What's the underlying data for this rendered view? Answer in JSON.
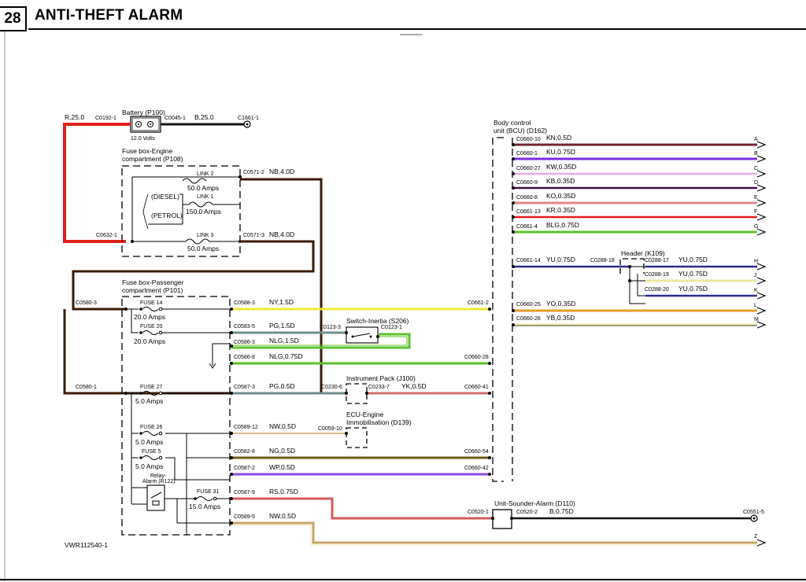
{
  "header": {
    "page_number": "28",
    "title": "ANTI-THEFT ALARM"
  },
  "footer": {
    "drawing_ref": "VWR112540-1"
  },
  "components": {
    "battery": "Battery (P100)",
    "battery_volts": "12.0 Volts",
    "fusebox_engine_l1": "Fuse box-Engine",
    "fusebox_engine_l2": "compartment (P108)",
    "diesel": "(DIESEL)",
    "petrol": "(PETROL)",
    "fusebox_pass_l1": "Fuse box-Passenger",
    "fusebox_pass_l2": "compartment (P101)",
    "switch_inertia": "Switch-Inertia (S206)",
    "instrument_pack": "Instrument Pack (J100)",
    "ecu_l1": "ECU-Engine",
    "ecu_l2": "Immobilisation (D139)",
    "bcu_l1": "Body control",
    "bcu_l2": "unit (BCU) (D162)",
    "header_k109": "Header (K109)",
    "sounder": "Unit-Sounder-Alarm (D110)",
    "relay_l1": "Relay-",
    "relay_l2": "Alarm (R122)"
  },
  "fuses": {
    "link2": "LINK 2",
    "link2_amps": "50.0 Amps",
    "link1": "LINK 1",
    "link1_amps": "150.0 Amps",
    "link3": "LINK 3",
    "link3_amps": "50.0 Amps",
    "f14": "FUSE 14",
    "f14_amps": "20.0 Amps",
    "f20": "FUSE 20",
    "f20_amps": "20.0 Amps",
    "f27": "FUSE 27",
    "f27_amps": "5.0 Amps",
    "f26": "FUSE 26",
    "f26_amps": "5.0 Amps",
    "f5": "FUSE 5",
    "f5_amps": "5.0 Amps",
    "f31": "FUSE 31",
    "f31_amps": "15.0 Amps"
  },
  "wires": {
    "r250": "R,25.0",
    "b250": "B,25.0",
    "nb40a": "NB,4.0D",
    "nb40b": "NB,4.0D",
    "ny15": "NY,1.5D",
    "pg15": "PG,1.5D",
    "nlg15": "NLG,1.5D",
    "nlg075": "NLG,0.75D",
    "pg05": "PG,0.5D",
    "yk05": "YK,0.5D",
    "nw05a": "NW,0.5D",
    "ng05": "NG,0.5D",
    "wp05": "WP,0.5D",
    "rs075": "RS,0.75D",
    "b075": "B,0.75D",
    "nw05b": "NW,0.5D",
    "kn05": "KN,0.5D",
    "ku075": "KU,0.75D",
    "kw035": "KW,0.35D",
    "kb035": "KB,0.35D",
    "ko035": "KO,0.35D",
    "kr035": "KR,0.35D",
    "blg075": "BLG,0.75D",
    "yu075a": "YU,0.75D",
    "yu075b": "YU,0.75D",
    "yu075c": "YU,0.75D",
    "yu075d": "YU,0.75D",
    "yo035": "YO,0.35D",
    "yb035": "YB,0.35D"
  },
  "connectors": {
    "c0192_1": "C0192-1",
    "c0045_1": "C0045-1",
    "c1661_1": "C1661-1",
    "c0571_2": "C0571-2",
    "c0632_1": "C0632-1",
    "c0571_3": "C0571-3",
    "c0580_3": "C0580-3",
    "c0588_3": "C0588-3",
    "c0661_2": "C0661-2",
    "c0583_5": "C0583-5",
    "c0123_3": "C0123-3",
    "c0123_1": "C0123-1",
    "c0586_3": "C0586-3",
    "c0586_8": "C0586-8",
    "c0660_28": "C0660-28",
    "c0580_1": "C0580-1",
    "c0587_3": "C0587-3",
    "c0230_6": "C0230-6",
    "c0233_7": "C0233-7",
    "c0660_41": "C0660-41",
    "c0589_12": "C0589-12",
    "c0059_10": "C0059-10",
    "c0582_8": "C0582-8",
    "c0660_54": "C0660-54",
    "c0587_2": "C0587-2",
    "c0660_42": "C0660-42",
    "c0587_9": "C0587-9",
    "c0520_1": "C0520-1",
    "c0520_2": "C0520-2",
    "c0551_5": "C0551-5",
    "c0589_5": "C0589-5",
    "c0660_10": "C0660-10",
    "c0660_1": "C0660-1",
    "c0660_27": "C0660-27",
    "c0660_9": "C0660-9",
    "c0660_8": "C0660-8",
    "c0661_13": "C0661-13",
    "c0661_4": "C0661-4",
    "c0661_14": "C0661-14",
    "c0288_18": "C0288-18",
    "c0288_17": "C0288-17",
    "c0288_19": "C0288-19",
    "c0288_20": "C0288-20",
    "c0660_25": "C0660-25",
    "c0660_26": "C0660-26"
  },
  "terminals": {
    "a": "A",
    "b": "B",
    "c": "C",
    "d": "D",
    "e": "E",
    "f": "F",
    "g": "G",
    "h": "H",
    "j": "J",
    "k": "K",
    "l": "L",
    "m": "M",
    "z": "Z"
  },
  "colors": {
    "red": "#e0201c",
    "black": "#111111",
    "brown": "#5a2a0c",
    "yellow": "#ece83a",
    "green": "#5cc22c",
    "slate": "#6f8e8c",
    "pink": "#d07070",
    "purple": "#7b2fe0",
    "lightpink": "#eea8e0",
    "orange": "#e79a2a",
    "navy": "#2a2f8a",
    "cream": "#efe6a6",
    "tan": "#c8a46a",
    "maroon": "#6c2830"
  }
}
